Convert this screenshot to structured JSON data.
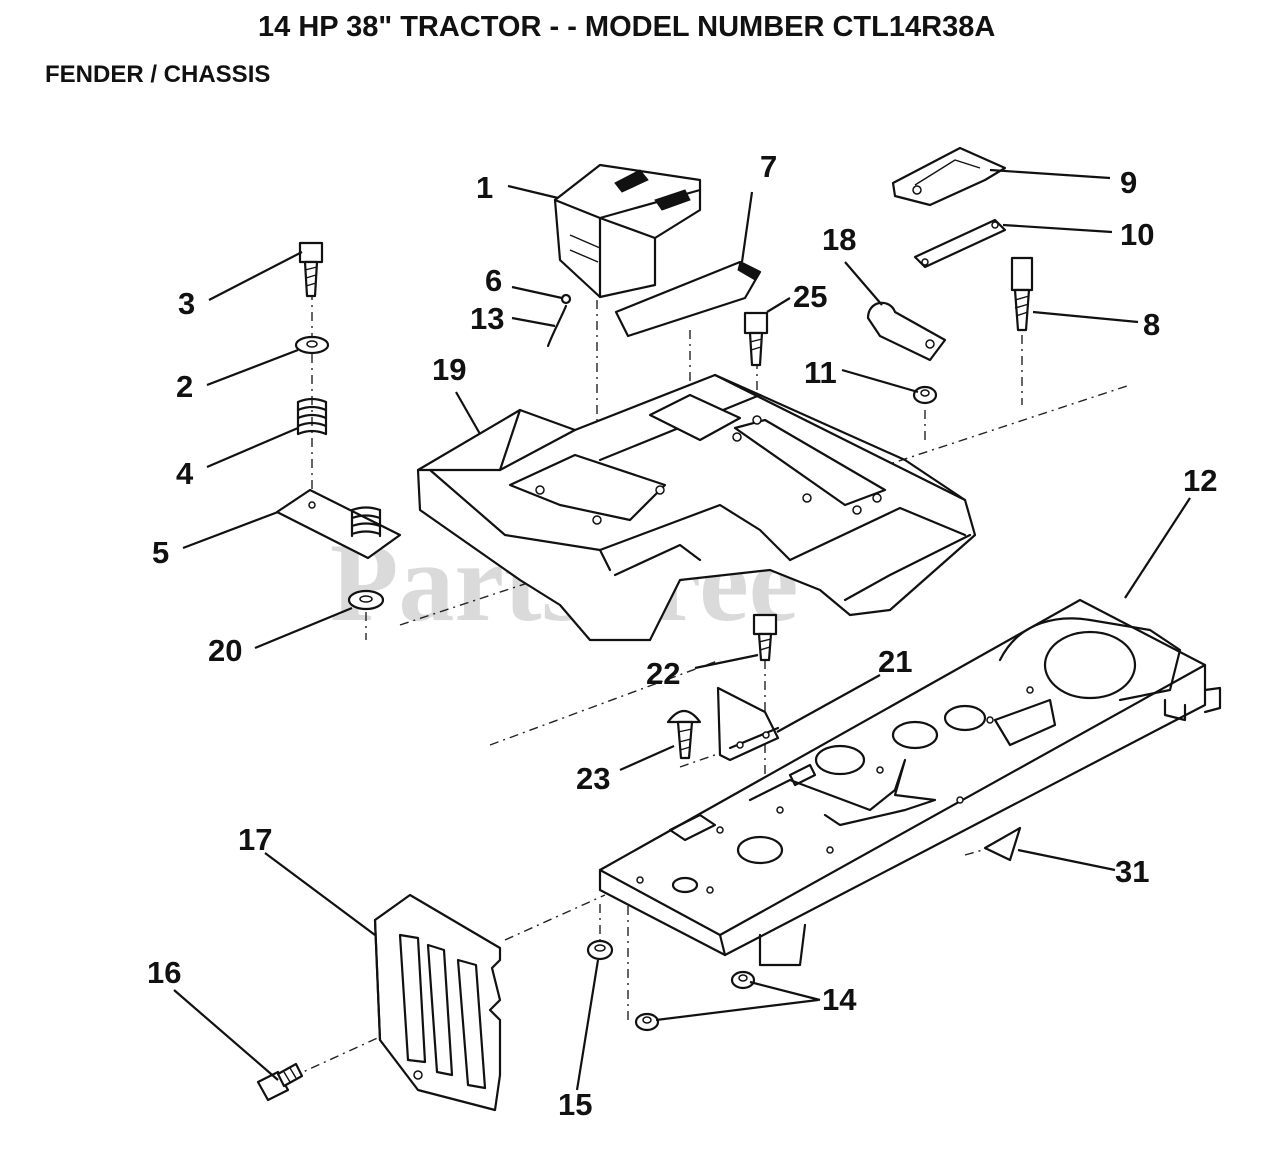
{
  "header": {
    "title": "14 HP 38\" TRACTOR - - MODEL NUMBER CTL14R38A",
    "subtitle": "FENDER / CHASSIS"
  },
  "watermark": "PartsTree",
  "callouts": {
    "n1": "1",
    "n2": "2",
    "n3": "3",
    "n4": "4",
    "n5": "5",
    "n6": "6",
    "n7": "7",
    "n8": "8",
    "n9": "9",
    "n10": "10",
    "n11": "11",
    "n12": "12",
    "n13": "13",
    "n14": "14",
    "n15": "15",
    "n16": "16",
    "n17": "17",
    "n18": "18",
    "n19": "19",
    "n20": "20",
    "n21": "21",
    "n22": "22",
    "n23": "23",
    "n25": "25",
    "n31": "31"
  }
}
